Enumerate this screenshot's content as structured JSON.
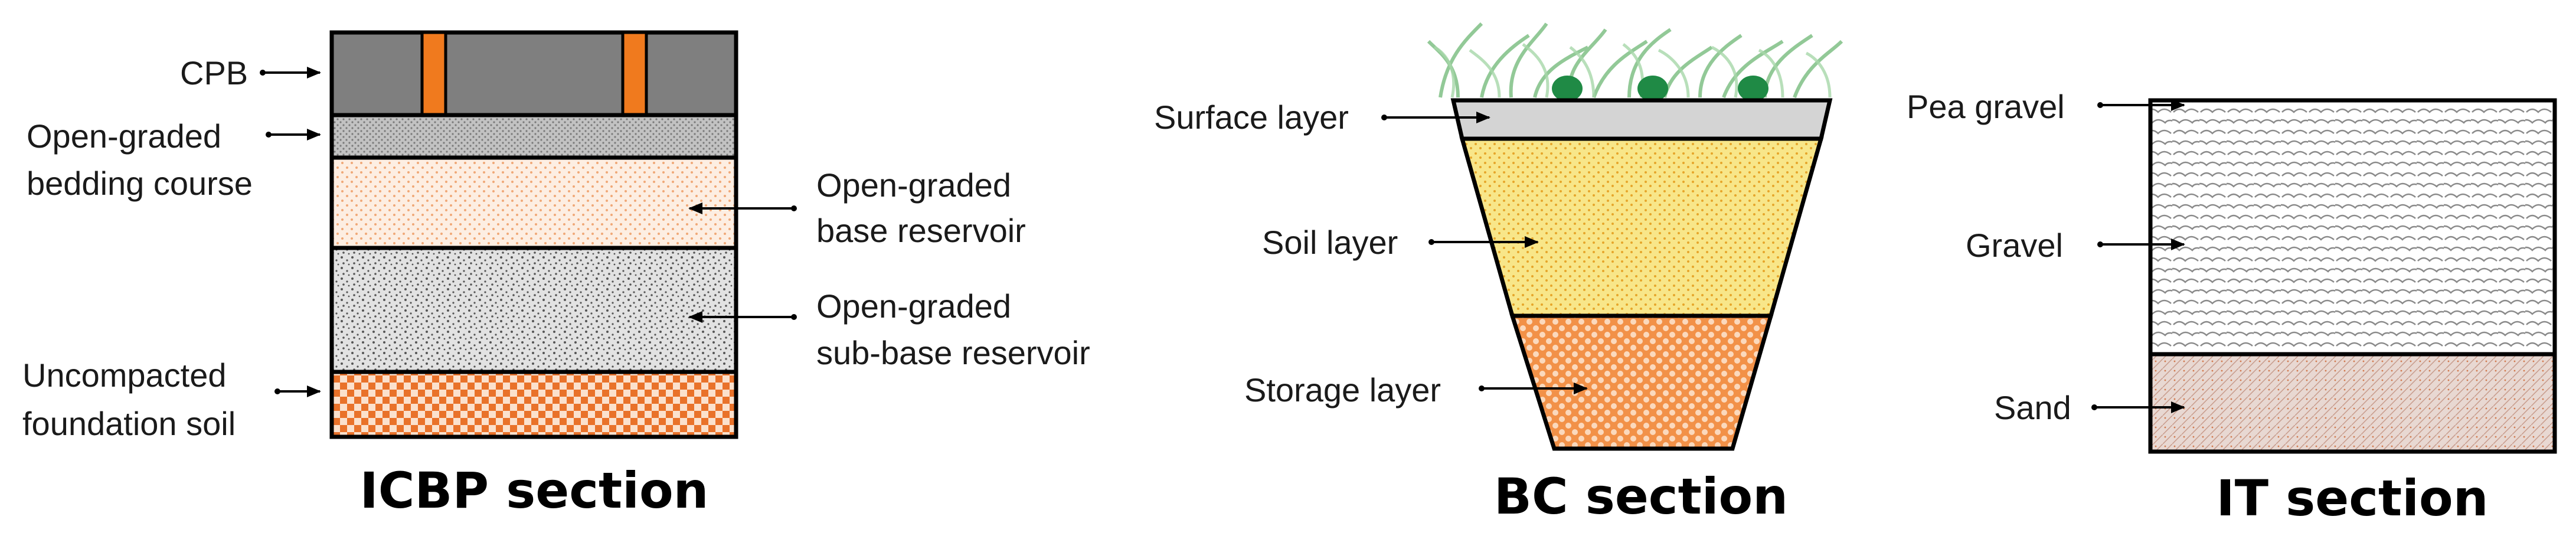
{
  "icbp": {
    "title": "ICBP section",
    "labels": {
      "cpb": "CPB",
      "bedding_line1": "Open-graded",
      "bedding_line2": "bedding course",
      "base_line1": "Open-graded",
      "base_line2": "base reservoir",
      "subbase_line1": "Open-graded",
      "subbase_line2": "sub-base reservoir",
      "soil_line1": "Uncompacted",
      "soil_line2": "foundation soil"
    }
  },
  "bc": {
    "title": "BC section",
    "labels": {
      "surface": "Surface layer",
      "soil": "Soil layer",
      "storage": "Storage layer"
    }
  },
  "it": {
    "title": "IT section",
    "labels": {
      "pea_gravel": "Pea gravel",
      "gravel": "Gravel",
      "sand": "Sand"
    }
  },
  "colors": {
    "cpb_gray": "#7f7f7f",
    "joint_orange": "#f07a1e",
    "bedding_gray": "#b8b8b8",
    "base_peach": "#fbe2cf",
    "subbase_gray": "#dcdcdc",
    "checker_orange": "#e9722a",
    "surface_gray": "#d4d4d4",
    "soil_yellow": "#f6df72",
    "grass_green": "#2e9a4a",
    "sand_pink": "#e4d0c8"
  }
}
